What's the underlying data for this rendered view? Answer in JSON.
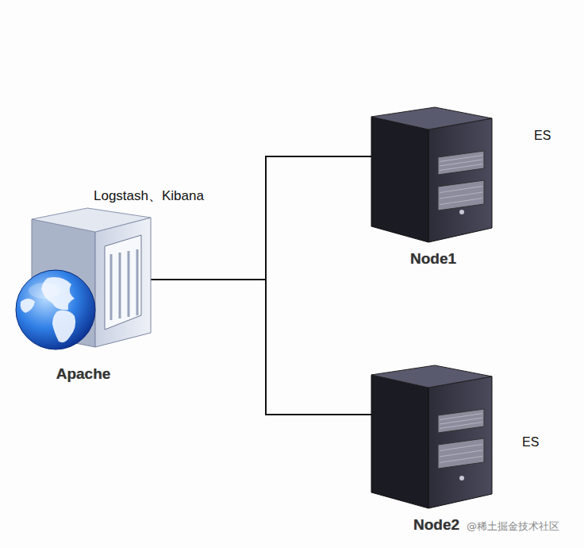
{
  "diagram": {
    "nodes": [
      {
        "text": [
          "Logstash、Kibana",
          "Apache"
        ]
      },
      {
        "text": [
          "ES",
          "Node1"
        ]
      },
      {
        "text": [
          "ES",
          "Node2"
        ]
      }
    ],
    "edges": [
      {
        "from": 0,
        "to": 1,
        "arrow": "none"
      },
      {
        "from": 0,
        "to": 2,
        "arrow": "none"
      }
    ],
    "labels": [
      "@稀土掘金技术社区"
    ]
  }
}
